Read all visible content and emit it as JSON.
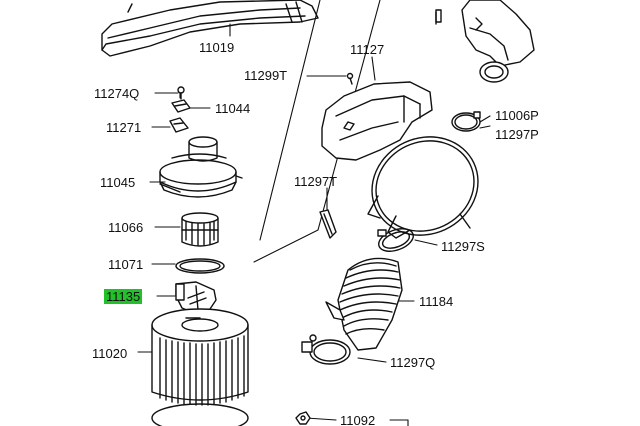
{
  "highlight_color": "#22c02a",
  "part_numbers": {
    "p11019": "11019",
    "p11127": "11127",
    "p11299T": "11299T",
    "p11274Q": "11274Q",
    "p11044": "11044",
    "p11006P": "11006P",
    "p11271": "11271",
    "p11297P": "11297P",
    "p11045": "11045",
    "p11297T": "11297T",
    "p11066": "11066",
    "p11297S": "11297S",
    "p11071": "11071",
    "p11135": "11135",
    "p11184": "11184",
    "p11020": "11020",
    "p11297Q": "11297Q",
    "p11092": "11092"
  }
}
